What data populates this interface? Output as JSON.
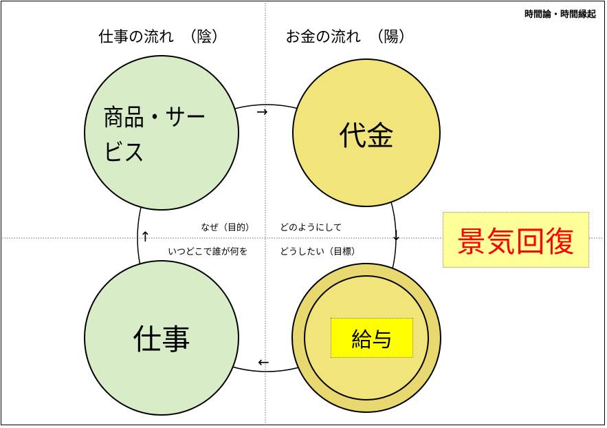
{
  "corner_label": "時間論・時間縁起",
  "headers": {
    "left": "仕事の流れ　（陰）",
    "right": "お金の流れ　（陽）"
  },
  "circles": {
    "goods": "商品・サービス",
    "price": "代金",
    "work": "仕事",
    "salary": "給与"
  },
  "center_labels": {
    "why": "なぜ（目的）",
    "how": "どのようにして",
    "who": "いつどこで誰が何を",
    "goal": "どうしたい（目標）"
  },
  "callout": "景気回復",
  "colors": {
    "green_fill": "#d8ecc8",
    "yellow_fill": "#f0e47a",
    "highlight": "#ffff00",
    "callout_bg": "#ffff99",
    "callout_text": "#ff0000"
  }
}
